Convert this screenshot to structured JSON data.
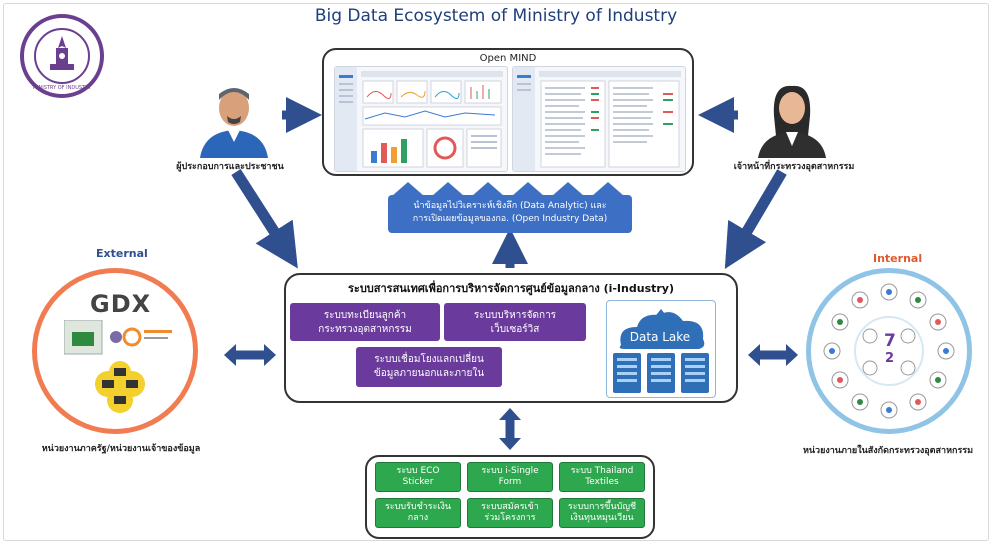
{
  "title": "Big Data Ecosystem of Ministry of Industry",
  "seal": {
    "bottom_text": "MINISTRY OF INDUSTRY"
  },
  "open_mind": {
    "label": "Open MIND"
  },
  "left_person": {
    "label": "ผู้ประกอบการและประชาชน"
  },
  "right_person": {
    "label": "เจ้าหน้าที่กระทรวงอุตสาหกรรม"
  },
  "analytics": {
    "line1": "นำข้อมูลไปวิเคราะห์เชิงลึก (Data Analytic) และ",
    "line2": "การเปิดเผยข้อมูลของกอ. (Open Industry Data)"
  },
  "center": {
    "title": "ระบบสารสนเทศเพื่อการบริหารจัดการศูนย์ข้อมูลกลาง (i-Industry)",
    "box1": {
      "line1": "ระบบทะเบียนลูกค้า",
      "line2": "กระทรวงอุตสาหกรรม"
    },
    "box2": {
      "line1": "ระบบบริหารจัดการ",
      "line2": "เว็บเซอร์วิส"
    },
    "box3": {
      "line1": "ระบบเชื่อมโยงแลกเปลี่ยน",
      "line2": "ข้อมูลภายนอกและภายใน"
    },
    "datalake": "Data Lake"
  },
  "external": {
    "label": "External",
    "logo": "GDX",
    "caption": "หน่วยงานภาครัฐ/หน่วยงานเจ้าของข้อมูล"
  },
  "internal": {
    "label": "Internal",
    "center_numbers": [
      "7",
      "2"
    ],
    "caption": "หน่วยงานภายในสังกัดกระทรวงอุตสาหกรรม"
  },
  "systems": [
    {
      "line1": "ระบบ ECO",
      "line2": "Sticker"
    },
    {
      "line1": "ระบบ i-Single",
      "line2": "Form"
    },
    {
      "line1": "ระบบ Thailand",
      "line2": "Textiles"
    },
    {
      "line1": "ระบบรับชำระเงิน",
      "line2": "กลาง"
    },
    {
      "line1": "ระบบสมัครเข้า",
      "line2": "ร่วมโครงการ"
    },
    {
      "line1": "ระบบการขึ้นบัญชี",
      "line2": "เงินทุนหมุนเวียน"
    }
  ],
  "colors": {
    "title": "#1f3e7a",
    "arrow": "#2f4f8f",
    "purple": "#6a3a9c",
    "green": "#2ea84f",
    "external": "#f27c52",
    "internal": "#8fc4e6"
  }
}
